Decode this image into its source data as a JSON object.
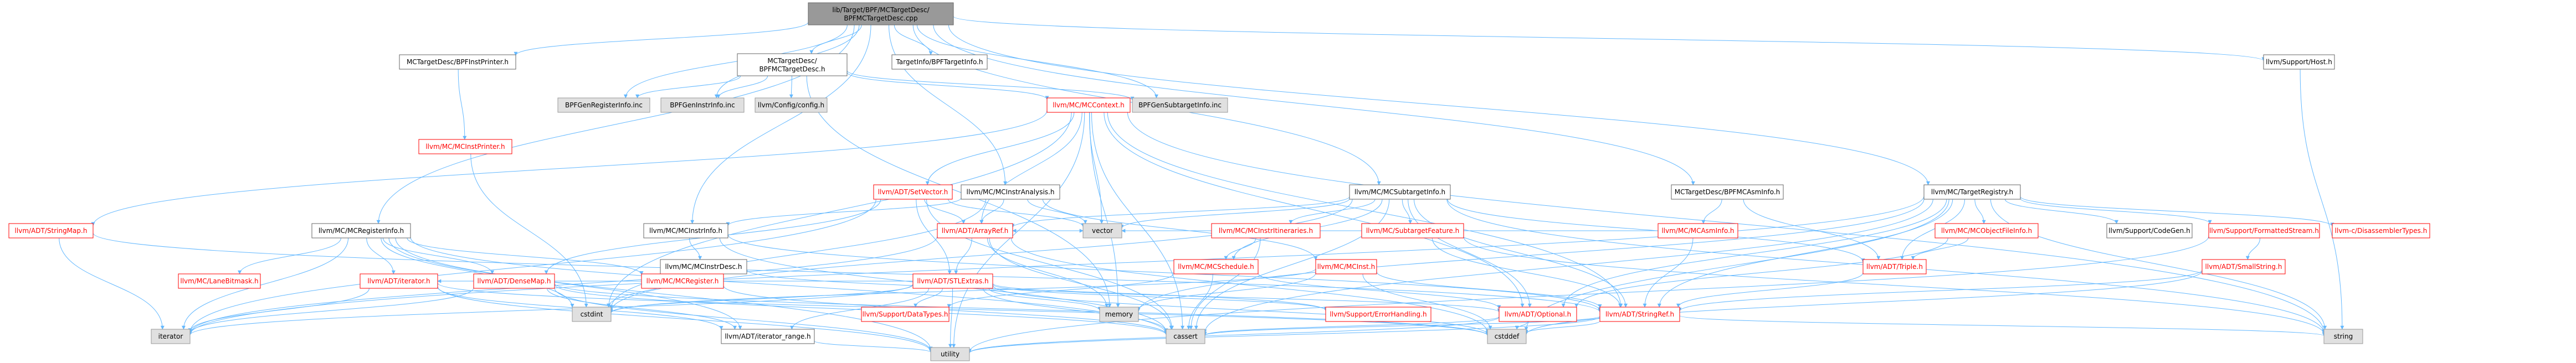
{
  "diagram": {
    "type": "include-dependency-graph",
    "colors": {
      "edge": "#63b8ff",
      "root_fill": "#999999",
      "root_border": "#666666",
      "doc_fill": "#ffffff",
      "doc_border": "#666666",
      "undoc_fill": "#ffffff",
      "undoc_border": "#ff0000",
      "external_fill": "#e0e0e0",
      "external_border": "#999999",
      "doc_text": "#000000",
      "undoc_text": "#ff0000"
    },
    "nodes": [
      {
        "id": "root",
        "label": "lib/Target/BPF/MCTargetDesc/BPFMCTargetDesc.cpp",
        "kind": "root"
      },
      {
        "id": "instprinter",
        "label": "MCTargetDesc/BPFInstPrinter.h",
        "kind": "doc"
      },
      {
        "id": "bpfmctd",
        "label": "MCTargetDesc/BPFMCTargetDesc.h",
        "kind": "doc"
      },
      {
        "id": "targetinfo",
        "label": "TargetInfo/BPFTargetInfo.h",
        "kind": "doc"
      },
      {
        "id": "host",
        "label": "llvm/Support/Host.h",
        "kind": "doc"
      },
      {
        "id": "reginfo_inc",
        "label": "BPFGenRegisterInfo.inc",
        "kind": "external"
      },
      {
        "id": "instrinfo_inc",
        "label": "BPFGenInstrInfo.inc",
        "kind": "external"
      },
      {
        "id": "config",
        "label": "llvm/Config/config.h",
        "kind": "external"
      },
      {
        "id": "subtarget_inc",
        "label": "BPFGenSubtargetInfo.inc",
        "kind": "external"
      },
      {
        "id": "mccontext",
        "label": "llvm/MC/MCContext.h",
        "kind": "undoc"
      },
      {
        "id": "mcinstprinter",
        "label": "llvm/MC/MCInstPrinter.h",
        "kind": "undoc"
      },
      {
        "id": "setvector",
        "label": "llvm/ADT/SetVector.h",
        "kind": "undoc"
      },
      {
        "id": "instranalysis",
        "label": "llvm/MC/MCInstrAnalysis.h",
        "kind": "doc"
      },
      {
        "id": "subtargetinfo",
        "label": "llvm/MC/MCSubtargetInfo.h",
        "kind": "doc"
      },
      {
        "id": "asminfo_bpf",
        "label": "MCTargetDesc/BPFMCAsmInfo.h",
        "kind": "doc"
      },
      {
        "id": "targetregistry",
        "label": "llvm/MC/TargetRegistry.h",
        "kind": "doc"
      },
      {
        "id": "stringmap",
        "label": "llvm/ADT/StringMap.h",
        "kind": "undoc"
      },
      {
        "id": "mcreginfo",
        "label": "llvm/MC/MCRegisterInfo.h",
        "kind": "doc"
      },
      {
        "id": "mcinstrinfo",
        "label": "llvm/MC/MCInstrInfo.h",
        "kind": "doc"
      },
      {
        "id": "arrayref",
        "label": "llvm/ADT/ArrayRef.h",
        "kind": "undoc"
      },
      {
        "id": "instritin",
        "label": "llvm/MC/MCInstrItineraries.h",
        "kind": "undoc"
      },
      {
        "id": "subtargetfeat",
        "label": "llvm/MC/SubtargetFeature.h",
        "kind": "undoc"
      },
      {
        "id": "mcasminfo",
        "label": "llvm/MC/MCAsmInfo.h",
        "kind": "undoc"
      },
      {
        "id": "objfileinfo",
        "label": "llvm/MC/MCObjectFileInfo.h",
        "kind": "undoc"
      },
      {
        "id": "codegen",
        "label": "llvm/Support/CodeGen.h",
        "kind": "doc"
      },
      {
        "id": "fmtstream",
        "label": "llvm/Support/FormattedStream.h",
        "kind": "undoc"
      },
      {
        "id": "disasm",
        "label": "llvm-c/DisassemblerTypes.h",
        "kind": "undoc"
      },
      {
        "id": "mcinstrdesc",
        "label": "llvm/MC/MCInstrDesc.h",
        "kind": "doc"
      },
      {
        "id": "mcschedule",
        "label": "llvm/MC/MCSchedule.h",
        "kind": "undoc"
      },
      {
        "id": "mcinst",
        "label": "llvm/MC/MCInst.h",
        "kind": "undoc"
      },
      {
        "id": "triple",
        "label": "llvm/ADT/Triple.h",
        "kind": "undoc"
      },
      {
        "id": "smallstring",
        "label": "llvm/ADT/SmallString.h",
        "kind": "undoc"
      },
      {
        "id": "lanebitmask",
        "label": "llvm/MC/LaneBitmask.h",
        "kind": "undoc"
      },
      {
        "id": "adtiterator",
        "label": "llvm/ADT/iterator.h",
        "kind": "undoc"
      },
      {
        "id": "densemap",
        "label": "llvm/ADT/DenseMap.h",
        "kind": "undoc"
      },
      {
        "id": "mcregister",
        "label": "llvm/MC/MCRegister.h",
        "kind": "undoc"
      },
      {
        "id": "stlextras",
        "label": "llvm/ADT/STLExtras.h",
        "kind": "undoc"
      },
      {
        "id": "datatypes",
        "label": "llvm/Support/DataTypes.h",
        "kind": "undoc"
      },
      {
        "id": "errorhandling",
        "label": "llvm/Support/ErrorHandling.h",
        "kind": "undoc"
      },
      {
        "id": "optional",
        "label": "llvm/ADT/Optional.h",
        "kind": "undoc"
      },
      {
        "id": "stringref",
        "label": "llvm/ADT/StringRef.h",
        "kind": "undoc"
      },
      {
        "id": "vector",
        "label": "vector",
        "kind": "external"
      },
      {
        "id": "memory",
        "label": "memory",
        "kind": "external"
      },
      {
        "id": "cstdint",
        "label": "cstdint",
        "kind": "external"
      },
      {
        "id": "iterator",
        "label": "iterator",
        "kind": "external"
      },
      {
        "id": "iterrange",
        "label": "llvm/ADT/iterator_range.h",
        "kind": "doc"
      },
      {
        "id": "cassert",
        "label": "cassert",
        "kind": "external"
      },
      {
        "id": "cstddef",
        "label": "cstddef",
        "kind": "external"
      },
      {
        "id": "string",
        "label": "string",
        "kind": "external"
      },
      {
        "id": "utility",
        "label": "utility",
        "kind": "external"
      }
    ],
    "edges": [
      [
        "root",
        "instprinter"
      ],
      [
        "root",
        "bpfmctd"
      ],
      [
        "root",
        "targetinfo"
      ],
      [
        "root",
        "host"
      ],
      [
        "root",
        "reginfo_inc"
      ],
      [
        "root",
        "instrinfo_inc"
      ],
      [
        "root",
        "subtarget_inc"
      ],
      [
        "root",
        "instranalysis"
      ],
      [
        "root",
        "subtargetinfo"
      ],
      [
        "root",
        "asminfo_bpf"
      ],
      [
        "root",
        "targetregistry"
      ],
      [
        "root",
        "mcreginfo"
      ],
      [
        "root",
        "mcinstrinfo"
      ],
      [
        "instprinter",
        "mcinstprinter"
      ],
      [
        "bpfmctd",
        "config"
      ],
      [
        "bpfmctd",
        "mccontext"
      ],
      [
        "bpfmctd",
        "reginfo_inc"
      ],
      [
        "bpfmctd",
        "instrinfo_inc"
      ],
      [
        "bpfmctd",
        "subtarget_inc"
      ],
      [
        "bpfmctd",
        "memory"
      ],
      [
        "host",
        "string"
      ],
      [
        "mccontext",
        "setvector"
      ],
      [
        "mccontext",
        "stringmap"
      ],
      [
        "mccontext",
        "arrayref"
      ],
      [
        "mccontext",
        "stringref"
      ],
      [
        "mccontext",
        "optional"
      ],
      [
        "mccontext",
        "vector"
      ],
      [
        "mccontext",
        "cassert"
      ],
      [
        "mccontext",
        "memory"
      ],
      [
        "mccontext",
        "string"
      ],
      [
        "mccontext",
        "utility"
      ],
      [
        "mccontext",
        "cstdint"
      ],
      [
        "mcinstprinter",
        "cstdint"
      ],
      [
        "setvector",
        "arrayref"
      ],
      [
        "setvector",
        "stlextras"
      ],
      [
        "setvector",
        "cassert"
      ],
      [
        "setvector",
        "iterator"
      ],
      [
        "setvector",
        "vector"
      ],
      [
        "setvector",
        "densemap"
      ],
      [
        "instranalysis",
        "arrayref"
      ],
      [
        "instranalysis",
        "mcinstrinfo"
      ],
      [
        "instranalysis",
        "cstdint"
      ],
      [
        "instranalysis",
        "vector"
      ],
      [
        "instranalysis",
        "mcinst"
      ],
      [
        "subtargetinfo",
        "arrayref"
      ],
      [
        "subtargetinfo",
        "stringref"
      ],
      [
        "subtargetinfo",
        "triple"
      ],
      [
        "subtargetinfo",
        "instritin"
      ],
      [
        "subtargetinfo",
        "subtargetfeat"
      ],
      [
        "subtargetinfo",
        "mcschedule"
      ],
      [
        "subtargetinfo",
        "cassert"
      ],
      [
        "subtargetinfo",
        "cstdint"
      ],
      [
        "subtargetinfo",
        "optional"
      ],
      [
        "subtargetinfo",
        "string"
      ],
      [
        "subtargetinfo",
        "vector"
      ],
      [
        "asminfo_bpf",
        "mcasminfo"
      ],
      [
        "asminfo_bpf",
        "triple"
      ],
      [
        "targetregistry",
        "stringref"
      ],
      [
        "targetregistry",
        "triple"
      ],
      [
        "targetregistry",
        "optional"
      ],
      [
        "targetregistry",
        "codegen"
      ],
      [
        "targetregistry",
        "fmtstream"
      ],
      [
        "targetregistry",
        "disasm"
      ],
      [
        "targetregistry",
        "objfileinfo"
      ],
      [
        "targetregistry",
        "cassert"
      ],
      [
        "targetregistry",
        "cstddef"
      ],
      [
        "targetregistry",
        "iterator"
      ],
      [
        "targetregistry",
        "memory"
      ],
      [
        "targetregistry",
        "string"
      ],
      [
        "stringmap",
        "stringref"
      ],
      [
        "stringmap",
        "iterator"
      ],
      [
        "mcreginfo",
        "lanebitmask"
      ],
      [
        "mcreginfo",
        "adtiterator"
      ],
      [
        "mcreginfo",
        "densemap"
      ],
      [
        "mcreginfo",
        "mcregister"
      ],
      [
        "mcreginfo",
        "cassert"
      ],
      [
        "mcreginfo",
        "cstdint"
      ],
      [
        "mcreginfo",
        "iterator"
      ],
      [
        "mcreginfo",
        "utility"
      ],
      [
        "mcreginfo",
        "iterrange"
      ],
      [
        "mcinstrinfo",
        "mcinstrdesc"
      ],
      [
        "mcinstrinfo",
        "stringref"
      ],
      [
        "mcinstrinfo",
        "cassert"
      ],
      [
        "arrayref",
        "stlextras"
      ],
      [
        "arrayref",
        "cassert"
      ],
      [
        "arrayref",
        "cstddef"
      ],
      [
        "arrayref",
        "memory"
      ],
      [
        "arrayref",
        "vector"
      ],
      [
        "arrayref",
        "iterator"
      ],
      [
        "instritin",
        "mcschedule"
      ],
      [
        "instritin",
        "cassert"
      ],
      [
        "subtargetfeat",
        "arrayref"
      ],
      [
        "subtargetfeat",
        "stringref"
      ],
      [
        "subtargetfeat",
        "string"
      ],
      [
        "mcasminfo",
        "stringref"
      ],
      [
        "mcasminfo",
        "vector"
      ],
      [
        "objfileinfo",
        "triple"
      ],
      [
        "objfileinfo",
        "optional"
      ],
      [
        "fmtstream",
        "smallstring"
      ],
      [
        "fmtstream",
        "utility"
      ],
      [
        "mcinstrdesc",
        "mcregister"
      ],
      [
        "mcinstrdesc",
        "errorhandling"
      ],
      [
        "mcinstrdesc",
        "cstdint"
      ],
      [
        "mcschedule",
        "optional"
      ],
      [
        "mcschedule",
        "datatypes"
      ],
      [
        "mcschedule",
        "cassert"
      ],
      [
        "mcinst",
        "stringref"
      ],
      [
        "mcinst",
        "cstddef"
      ],
      [
        "mcinst",
        "cstdint"
      ],
      [
        "mcinst",
        "memory"
      ],
      [
        "triple",
        "stringref"
      ],
      [
        "smallstring",
        "stringref"
      ],
      [
        "smallstring",
        "cstddef"
      ],
      [
        "adtiterator",
        "iterator"
      ],
      [
        "adtiterator",
        "iterrange"
      ],
      [
        "adtiterator",
        "cstddef"
      ],
      [
        "adtiterator",
        "utility"
      ],
      [
        "densemap",
        "iterrange"
      ],
      [
        "densemap",
        "cassert"
      ],
      [
        "densemap",
        "cstddef"
      ],
      [
        "densemap",
        "utility"
      ],
      [
        "densemap",
        "iterator"
      ],
      [
        "mcregister",
        "cassert"
      ],
      [
        "stlextras",
        "optional"
      ],
      [
        "stlextras",
        "adtiterator"
      ],
      [
        "stlextras",
        "iterrange"
      ],
      [
        "stlextras",
        "errorhandling"
      ],
      [
        "stlextras",
        "cassert"
      ],
      [
        "stlextras",
        "cstddef"
      ],
      [
        "stlextras",
        "cstdint"
      ],
      [
        "stlextras",
        "iterator"
      ],
      [
        "stlextras",
        "memory"
      ],
      [
        "stlextras",
        "utility"
      ],
      [
        "stlextras",
        "datatypes"
      ],
      [
        "optional",
        "cassert"
      ],
      [
        "optional",
        "cstddef"
      ],
      [
        "optional",
        "utility"
      ],
      [
        "stringref",
        "string"
      ],
      [
        "stringref",
        "cstddef"
      ],
      [
        "stringref",
        "utility"
      ],
      [
        "stringref",
        "cassert"
      ],
      [
        "iterrange",
        "utility"
      ]
    ]
  }
}
